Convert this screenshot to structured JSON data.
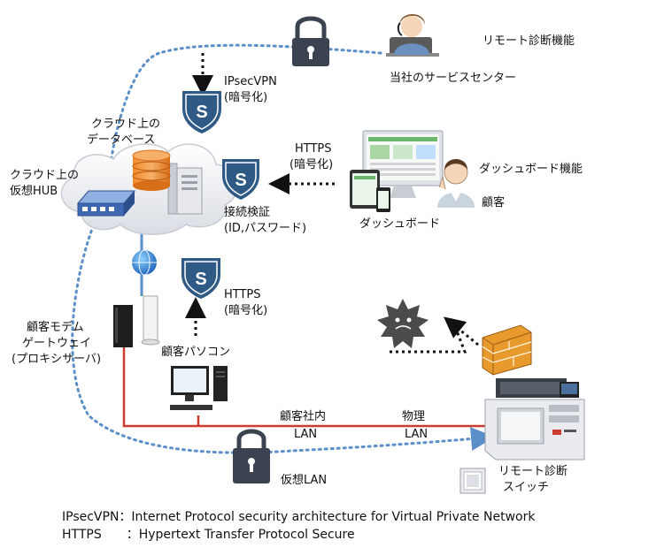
{
  "labels": {
    "remote_diag_function": "リモート診断機能",
    "service_center": "当社のサービスセンター",
    "ipsec_vpn_1": "IPsecVPN",
    "ipsec_vpn_2": "(暗号化)",
    "cloud_db_1": "クラウド上の",
    "cloud_db_2": "データベース",
    "cloud_hub_1": "クラウド上の",
    "cloud_hub_2": "仮想HUB",
    "https_top_1": "HTTPS",
    "https_top_2": "(暗号化)",
    "dashboard_function": "ダッシュボード機能",
    "customer": "顧客",
    "auth_1": "接続検証",
    "auth_2": "(ID,パスワード)",
    "dashboard": "ダッシュボード",
    "https_mid_1": "HTTPS",
    "https_mid_2": "(暗号化)",
    "modem_1": "顧客モデム",
    "modem_2": "ゲートウェイ",
    "modem_3": "(プロキシサーバ)",
    "customer_pc": "顧客パソコン",
    "lan_office_1": "顧客社内",
    "lan_office_2": "LAN",
    "lan_physical_1": "物理",
    "lan_physical_2": "LAN",
    "virtual_lan": "仮想LAN",
    "remote_switch_1": "リモート診断",
    "remote_switch_2": "スイッチ"
  },
  "shield_letter": "S",
  "legend": [
    "IPsecVPN：Internet Protocol security architecture for Virtual Private Network",
    "HTTPS　　：Hypertext Transfer Protocol Secure"
  ],
  "icons": [
    "padlock-icon",
    "operator-icon",
    "shield-icon",
    "database-icon",
    "server-icon",
    "hub-icon",
    "globe-icon",
    "router-icon",
    "monitor-icon",
    "customer-icon",
    "virus-icon",
    "firewall-icon",
    "machine-icon",
    "switch-icon"
  ],
  "colors": {
    "vpn_line": "#5b8fc9",
    "lan_line": "#cc3b2e",
    "shield": "#2f5a86",
    "lock": "#3b4250",
    "firewall": "#e89a2c",
    "db": "#e6862a"
  }
}
